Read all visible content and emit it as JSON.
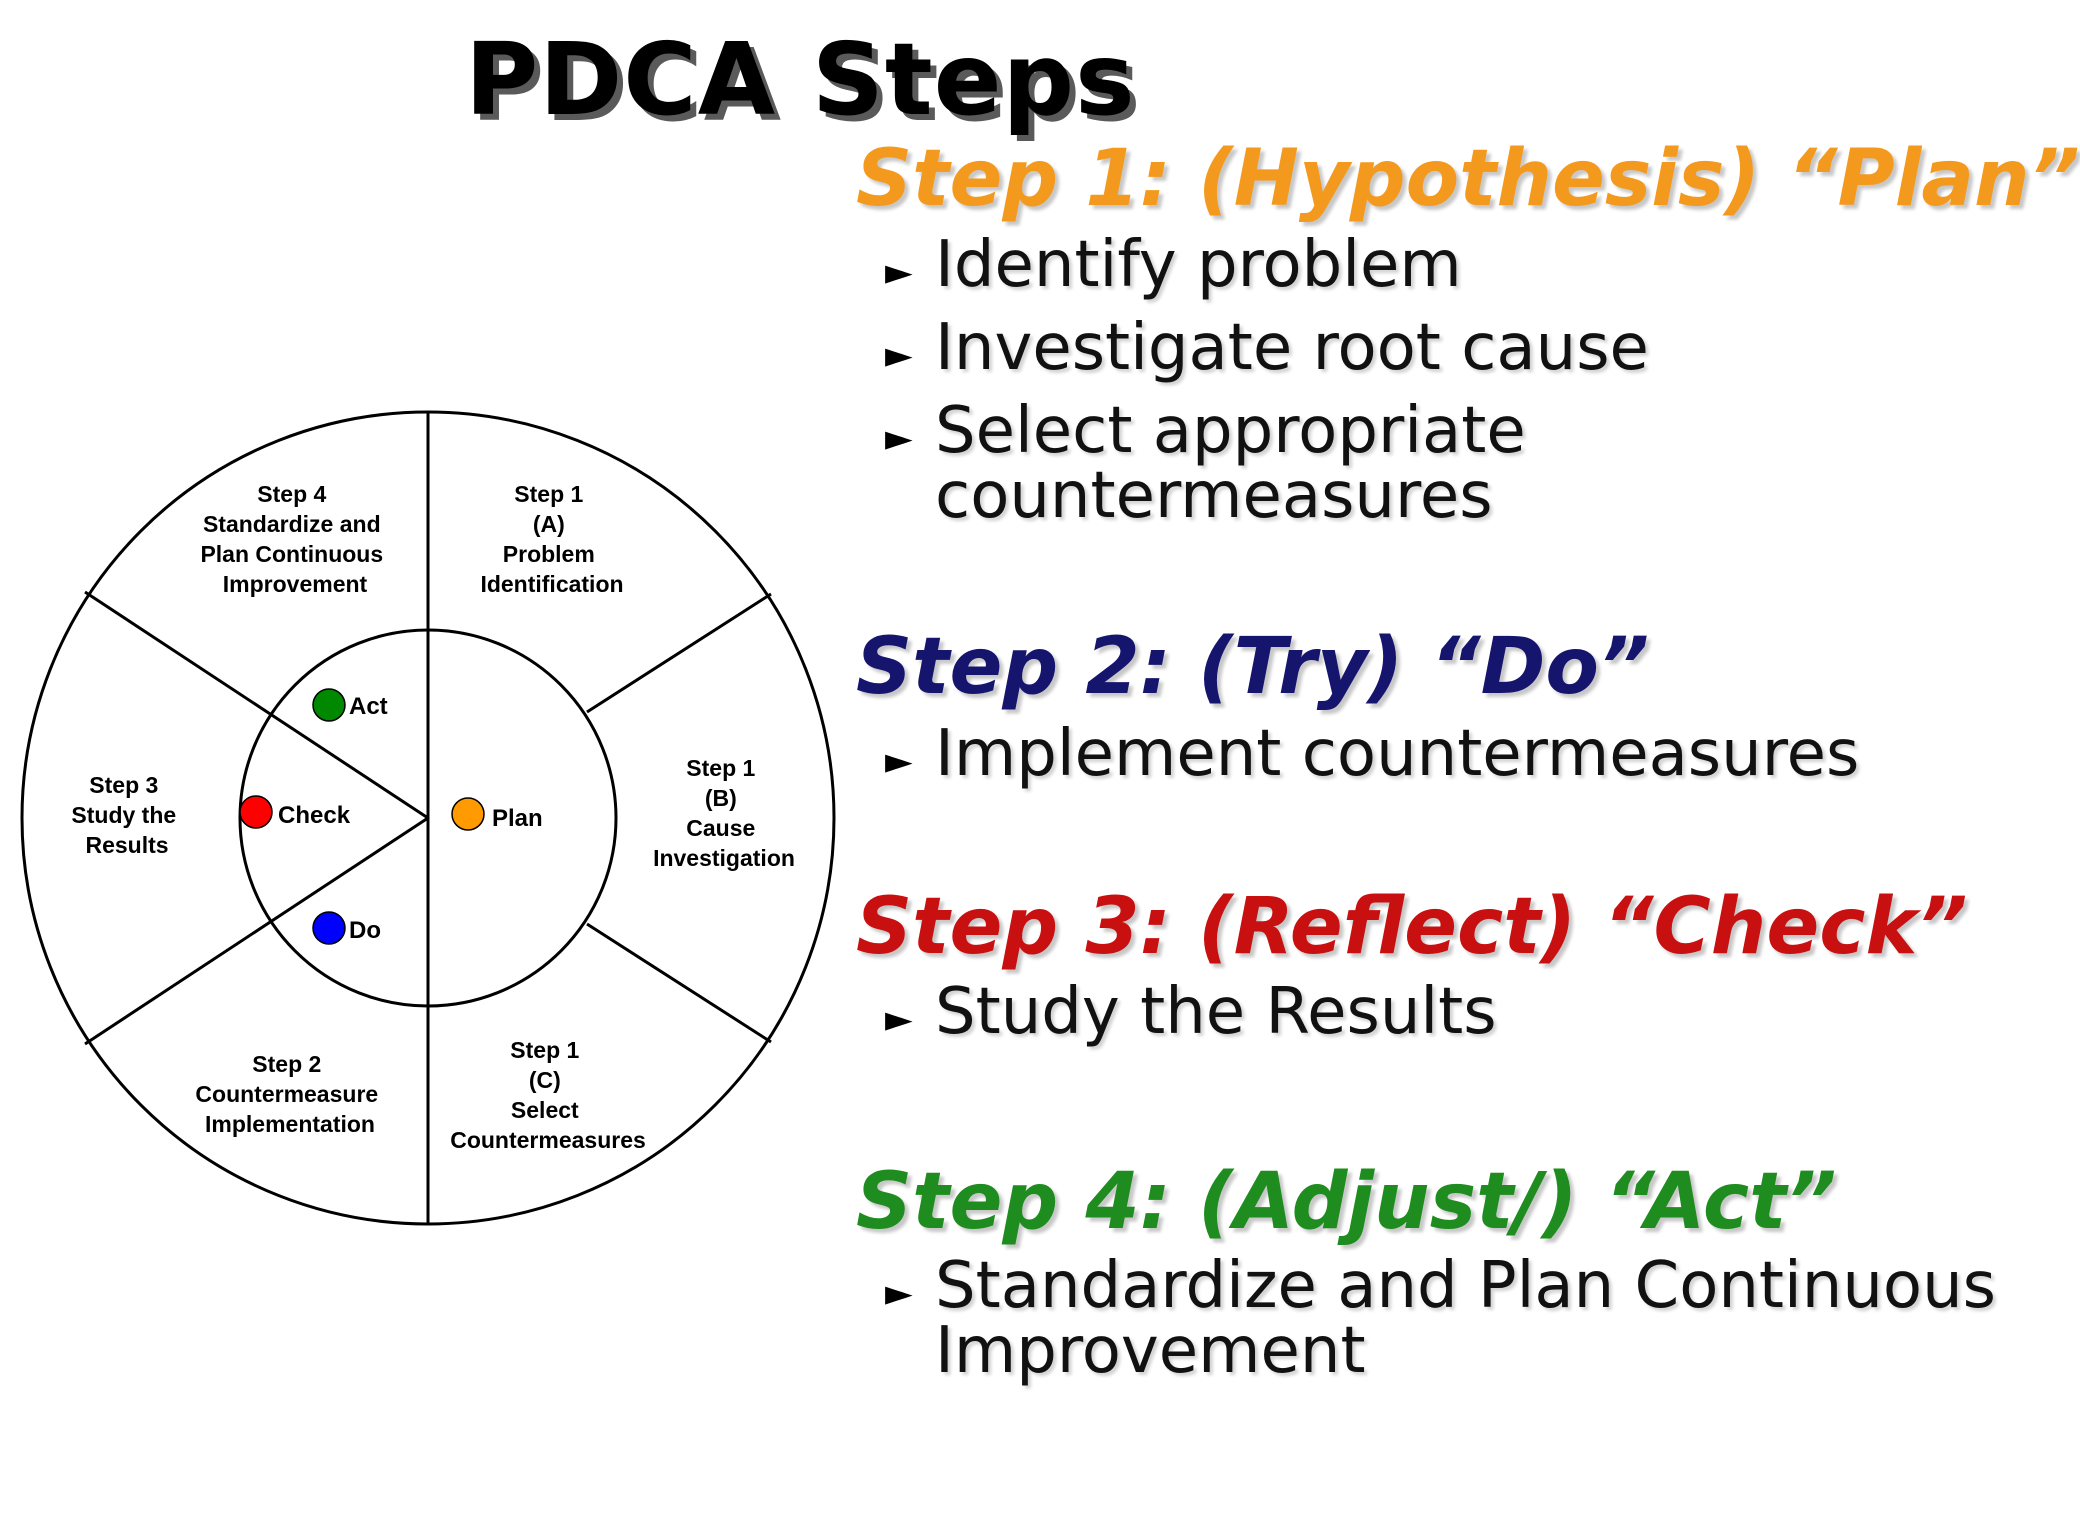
{
  "title": "PDCA Steps",
  "colors": {
    "plan": "#F39A1E",
    "do": "#15156E",
    "check": "#C81010",
    "act": "#1E8C1E",
    "plan_dot": "#FF9A00",
    "do_dot": "#0000FF",
    "check_dot": "#FF0000",
    "act_dot": "#008800"
  },
  "wheel": {
    "segments": [
      {
        "lines": [
          "Step 1",
          "(A)",
          "Problem",
          "Identification"
        ]
      },
      {
        "lines": [
          "Step 1",
          "(B)",
          "Cause",
          "Investigation"
        ]
      },
      {
        "lines": [
          "Step 1",
          "(C)",
          "Select",
          "Countermeasures"
        ]
      },
      {
        "lines": [
          "Step  2",
          "Countermeasure",
          "Implementation"
        ]
      },
      {
        "lines": [
          "Step 3",
          "Study the",
          "Results"
        ]
      },
      {
        "lines": [
          "Step 4",
          "Standardize and",
          "Plan Continuous",
          "Improvement"
        ]
      }
    ],
    "inner": {
      "plan": "Plan",
      "do": "Do",
      "check": "Check",
      "act": "Act"
    }
  },
  "steps": [
    {
      "heading": "Step 1: (Hypothesis)  “Plan”",
      "bullets": [
        "Identify problem",
        "Investigate root cause",
        "Select appropriate\ncountermeasures"
      ]
    },
    {
      "heading": "Step 2: (Try) “Do”",
      "bullets": [
        "Implement countermeasures"
      ]
    },
    {
      "heading": "Step 3: (Reflect) “Check”",
      "bullets": [
        "Study the Results"
      ]
    },
    {
      "heading": "Step 4: (Adjust/) “Act”",
      "bullets": [
        "Standardize and Plan Continuous\nImprovement"
      ]
    }
  ],
  "bullet_icon": "right-pointing-triangle-icon"
}
